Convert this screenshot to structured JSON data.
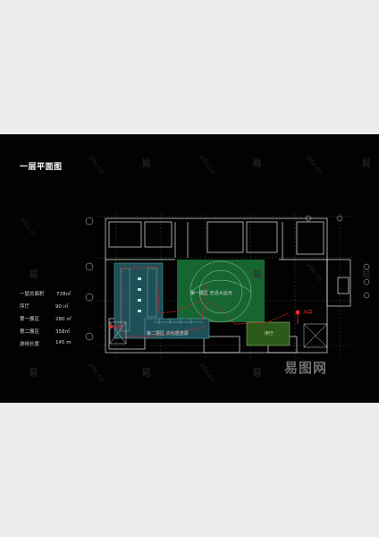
{
  "page": {
    "title": "一层平面图",
    "stats": [
      {
        "label": "一层总面积",
        "value": "728㎡"
      },
      {
        "label": "序厅",
        "value": "90 ㎡"
      },
      {
        "label": "第一展区",
        "value": "280 ㎡"
      },
      {
        "label": "第二展区",
        "value": "358㎡"
      },
      {
        "label": "游线长度",
        "value": "145 m"
      }
    ]
  },
  "plan": {
    "labels": {
      "zone1": "第一展区   史话大运河",
      "zone2": "第二展区   文化遗迹源",
      "foyer": "序厅",
      "entrance_left": "入口",
      "entrance_right": "入口"
    },
    "colors": {
      "zone1_fill": "#176632",
      "zone2_fill": "#1e5058",
      "foyer_fill": "#2b5a1a",
      "route": "#d42020",
      "entrance": "#ff2626",
      "walls": "#e6e6e6"
    }
  },
  "watermarks": {
    "brand": "易",
    "site": "yitu.cn",
    "logo": "易图网"
  }
}
